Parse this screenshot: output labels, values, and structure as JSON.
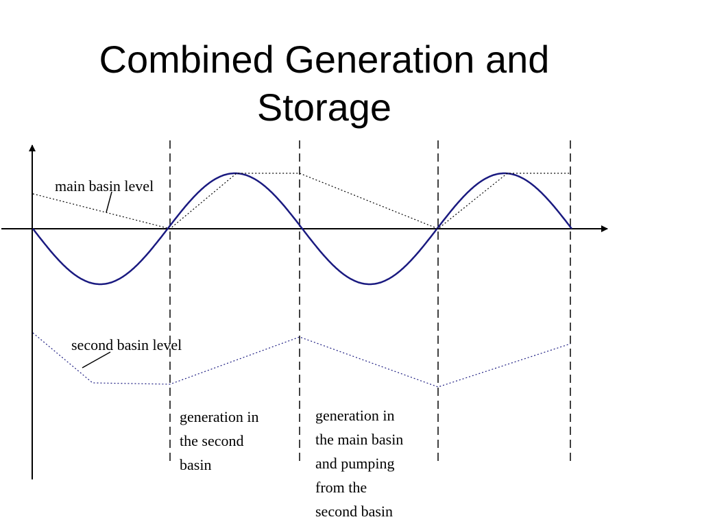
{
  "slide": {
    "title_lines": [
      "Combined Generation and",
      "Storage"
    ]
  },
  "labels": {
    "main_basin": "main basin level",
    "second_basin": "second basin level"
  },
  "captions": {
    "second_basin_generation": [
      "generation in",
      "the second",
      "basin"
    ],
    "main_basin_generation": [
      "generation in",
      "the main basin",
      "and pumping",
      "from the",
      "second basin"
    ]
  },
  "colors": {
    "tide_curve": "#1a1a80",
    "second_basin_line": "#1a1a80",
    "main_basin_line": "#000000",
    "axes": "#000000"
  }
}
